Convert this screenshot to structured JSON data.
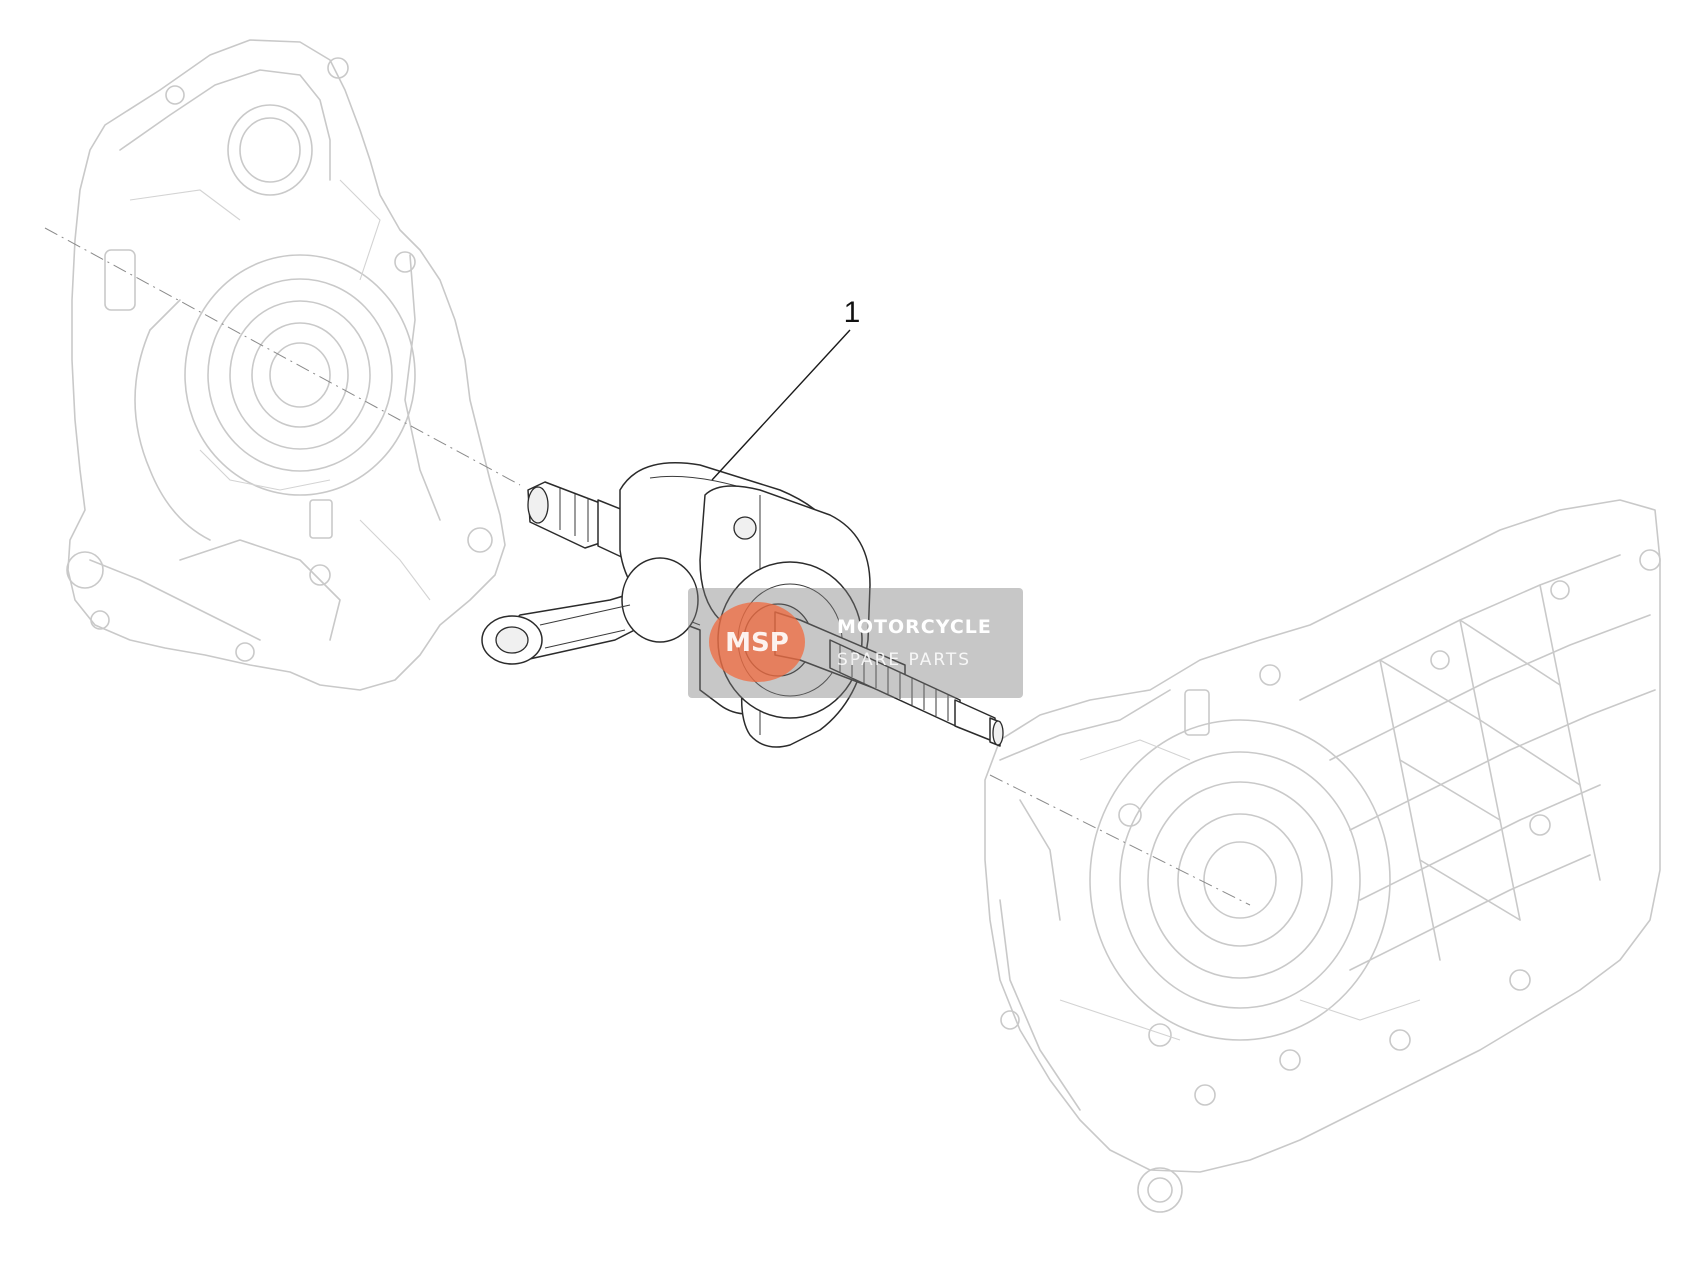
{
  "callouts": [
    {
      "label": "1"
    }
  ],
  "watermark": {
    "logo_text": "MSP",
    "line1": "MOTORCYCLE",
    "line2": "SPARE PARTS"
  },
  "colors": {
    "background": "#ffffff",
    "ghost_outline": "#c9c9c9",
    "part_outline": "#2b2b2b",
    "watermark_accent": "#f26a3d"
  },
  "icons": [
    "crankcase-left-drawing",
    "crankcase-right-drawing",
    "crankshaft-drawing",
    "watermark-logo"
  ]
}
